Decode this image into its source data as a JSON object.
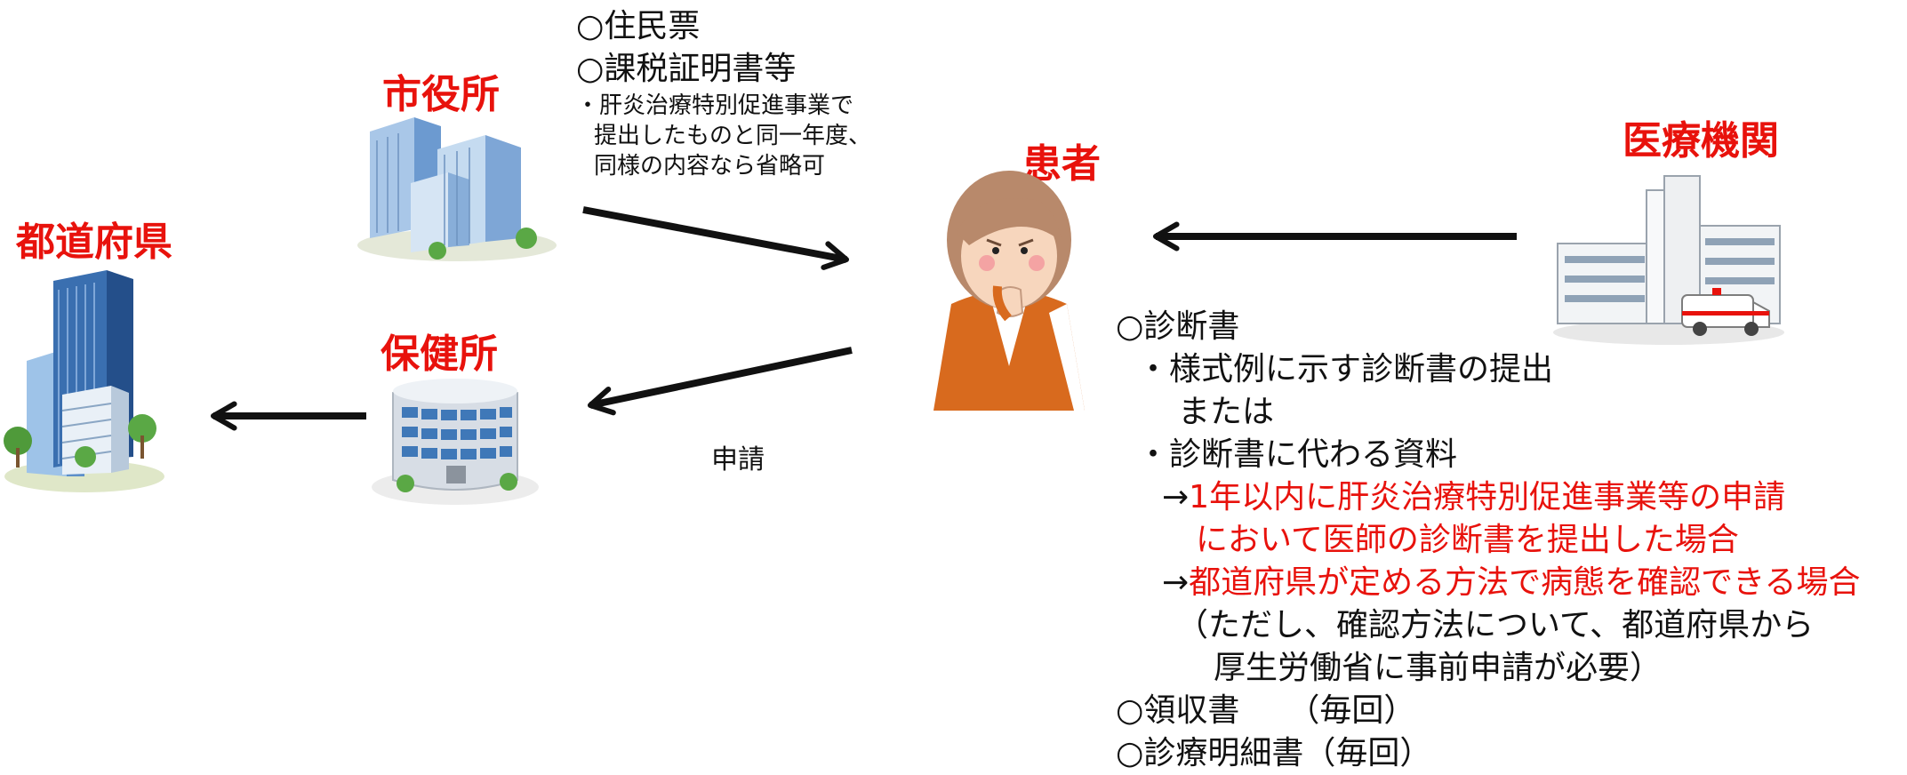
{
  "nodes": {
    "prefecture": "都道府県",
    "city_office": "市役所",
    "health_center": "保健所",
    "patient": "患者",
    "medical_institution": "医療機関"
  },
  "city_docs": {
    "item1": "○住民票",
    "item2": "○課税証明書等",
    "note_line1": "・肝炎治療特別促進事業で",
    "note_line2": "提出したものと同一年度、",
    "note_line3": "同様の内容なら省略可"
  },
  "application_label": "申請",
  "medical_docs": {
    "diagnosis": "○診断書",
    "sub1": "・様式例に示す診断書の提出",
    "or": "または",
    "sub2": "・診断書に代わる資料",
    "case1_arrow": "→",
    "case1_line1": "1年以内に肝炎治療特別促進事業等の申請",
    "case1_line2": "において医師の診断書を提出した場合",
    "case2_arrow": "→",
    "case2_line1": "都道府県が定める方法で病態を確認できる場合",
    "case2_note1": "（ただし、確認方法について、都道府県から",
    "case2_note2": "厚生労働省に事前申請が必要）",
    "receipt": "○領収書　　（毎回）",
    "statement": "○診療明細書（毎回）"
  },
  "colors": {
    "accent_red": "#e8120c",
    "arrow": "#111111"
  },
  "icons": {
    "prefecture": "tall-office-buildings-icon",
    "city_office": "office-building-icon",
    "health_center": "round-building-icon",
    "patient": "worried-woman-icon",
    "medical_institution": "hospital-with-ambulance-icon"
  }
}
